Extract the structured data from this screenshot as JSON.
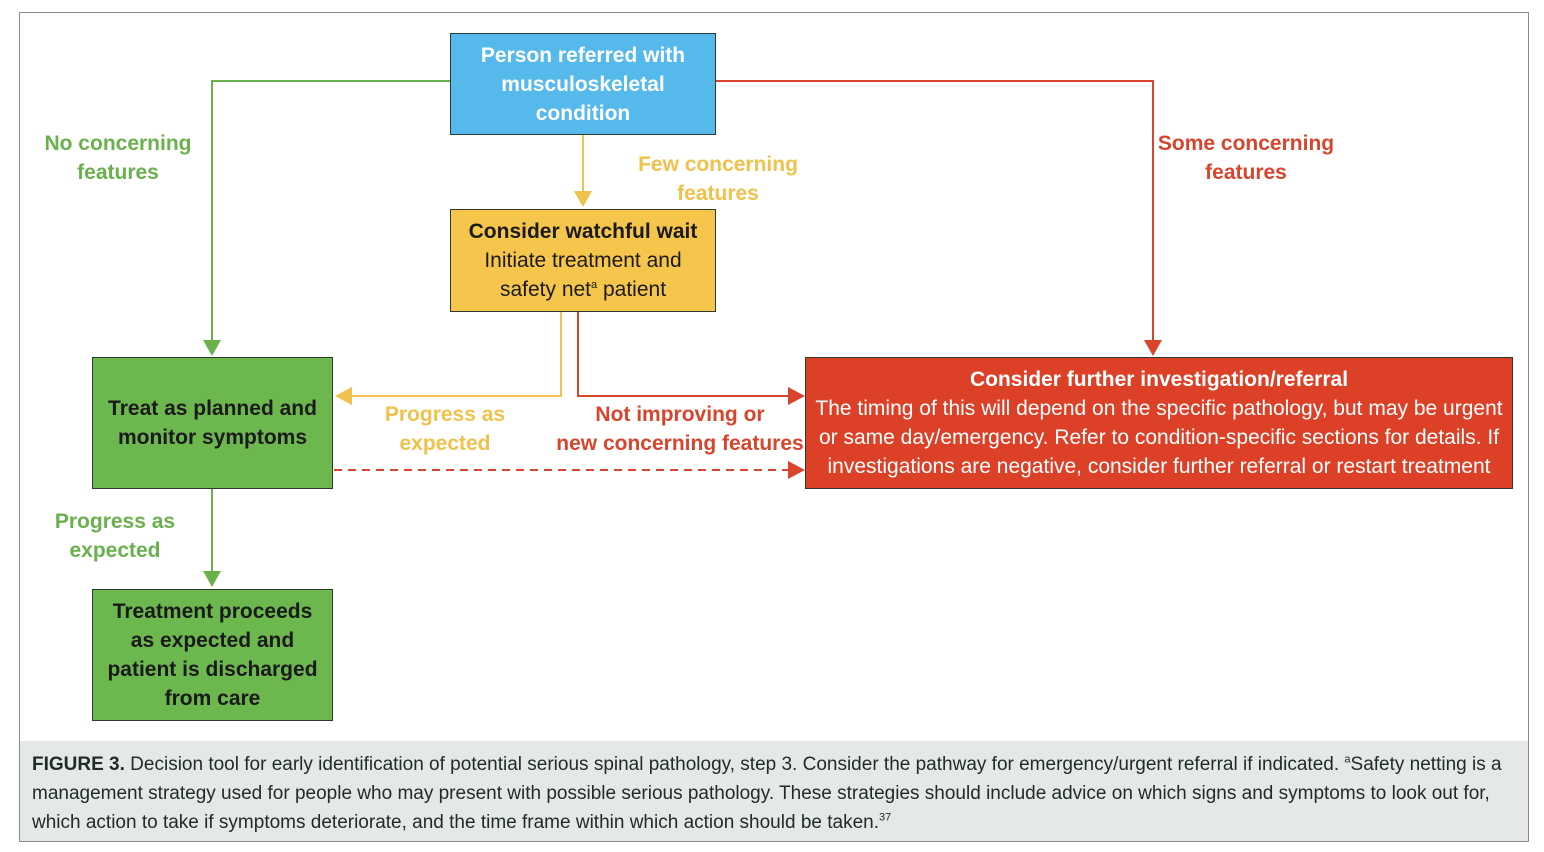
{
  "nodes": {
    "start": {
      "lines": [
        "Person referred with",
        "musculoskeletal",
        "condition"
      ]
    },
    "watch": {
      "title": "Consider watchful wait",
      "line2": "Initiate treatment and",
      "line3_a": "safety net",
      "line3_sup": "a",
      "line3_b": " patient"
    },
    "treat": {
      "lines": [
        "Treat as planned and",
        "monitor symptoms"
      ]
    },
    "discharge": {
      "lines": [
        "Treatment proceeds",
        "as expected and",
        "patient is discharged",
        "from care"
      ]
    },
    "referral": {
      "title": "Consider further investigation/referral",
      "lines": [
        "The timing of this will depend on the specific pathology, but may be urgent",
        "or same day/emergency. Refer to condition-specific sections for details. If",
        "investigations are negative, consider further referral or restart treatment"
      ]
    }
  },
  "edge_labels": {
    "no_concerning": [
      "No concerning",
      "features"
    ],
    "few_concerning": [
      "Few concerning",
      "features"
    ],
    "some_concerning": [
      "Some concerning",
      "features"
    ],
    "progress_amber": [
      "Progress as",
      "expected"
    ],
    "not_improving": [
      "Not improving or",
      "new concerning features"
    ],
    "progress_green": [
      "Progress as",
      "expected"
    ]
  },
  "colors": {
    "green": "#6ab04c",
    "amber": "#f0c14b",
    "red": "#d9442c",
    "blue": "#55b9ec"
  },
  "caption": {
    "label": "FIGURE 3.",
    "text_1": " Decision tool for early identification of potential serious spinal pathology, step 3. Consider the pathway for emergency/urgent referral if indicated. ",
    "sup_a": "a",
    "text_2": "Safety netting is a management strategy used for people who may present with possible serious pathology. These strategies should include advice on which signs and symptoms to look out for, which action to take if symptoms deteriorate, and the time frame within which action should be taken.",
    "ref": "37"
  }
}
